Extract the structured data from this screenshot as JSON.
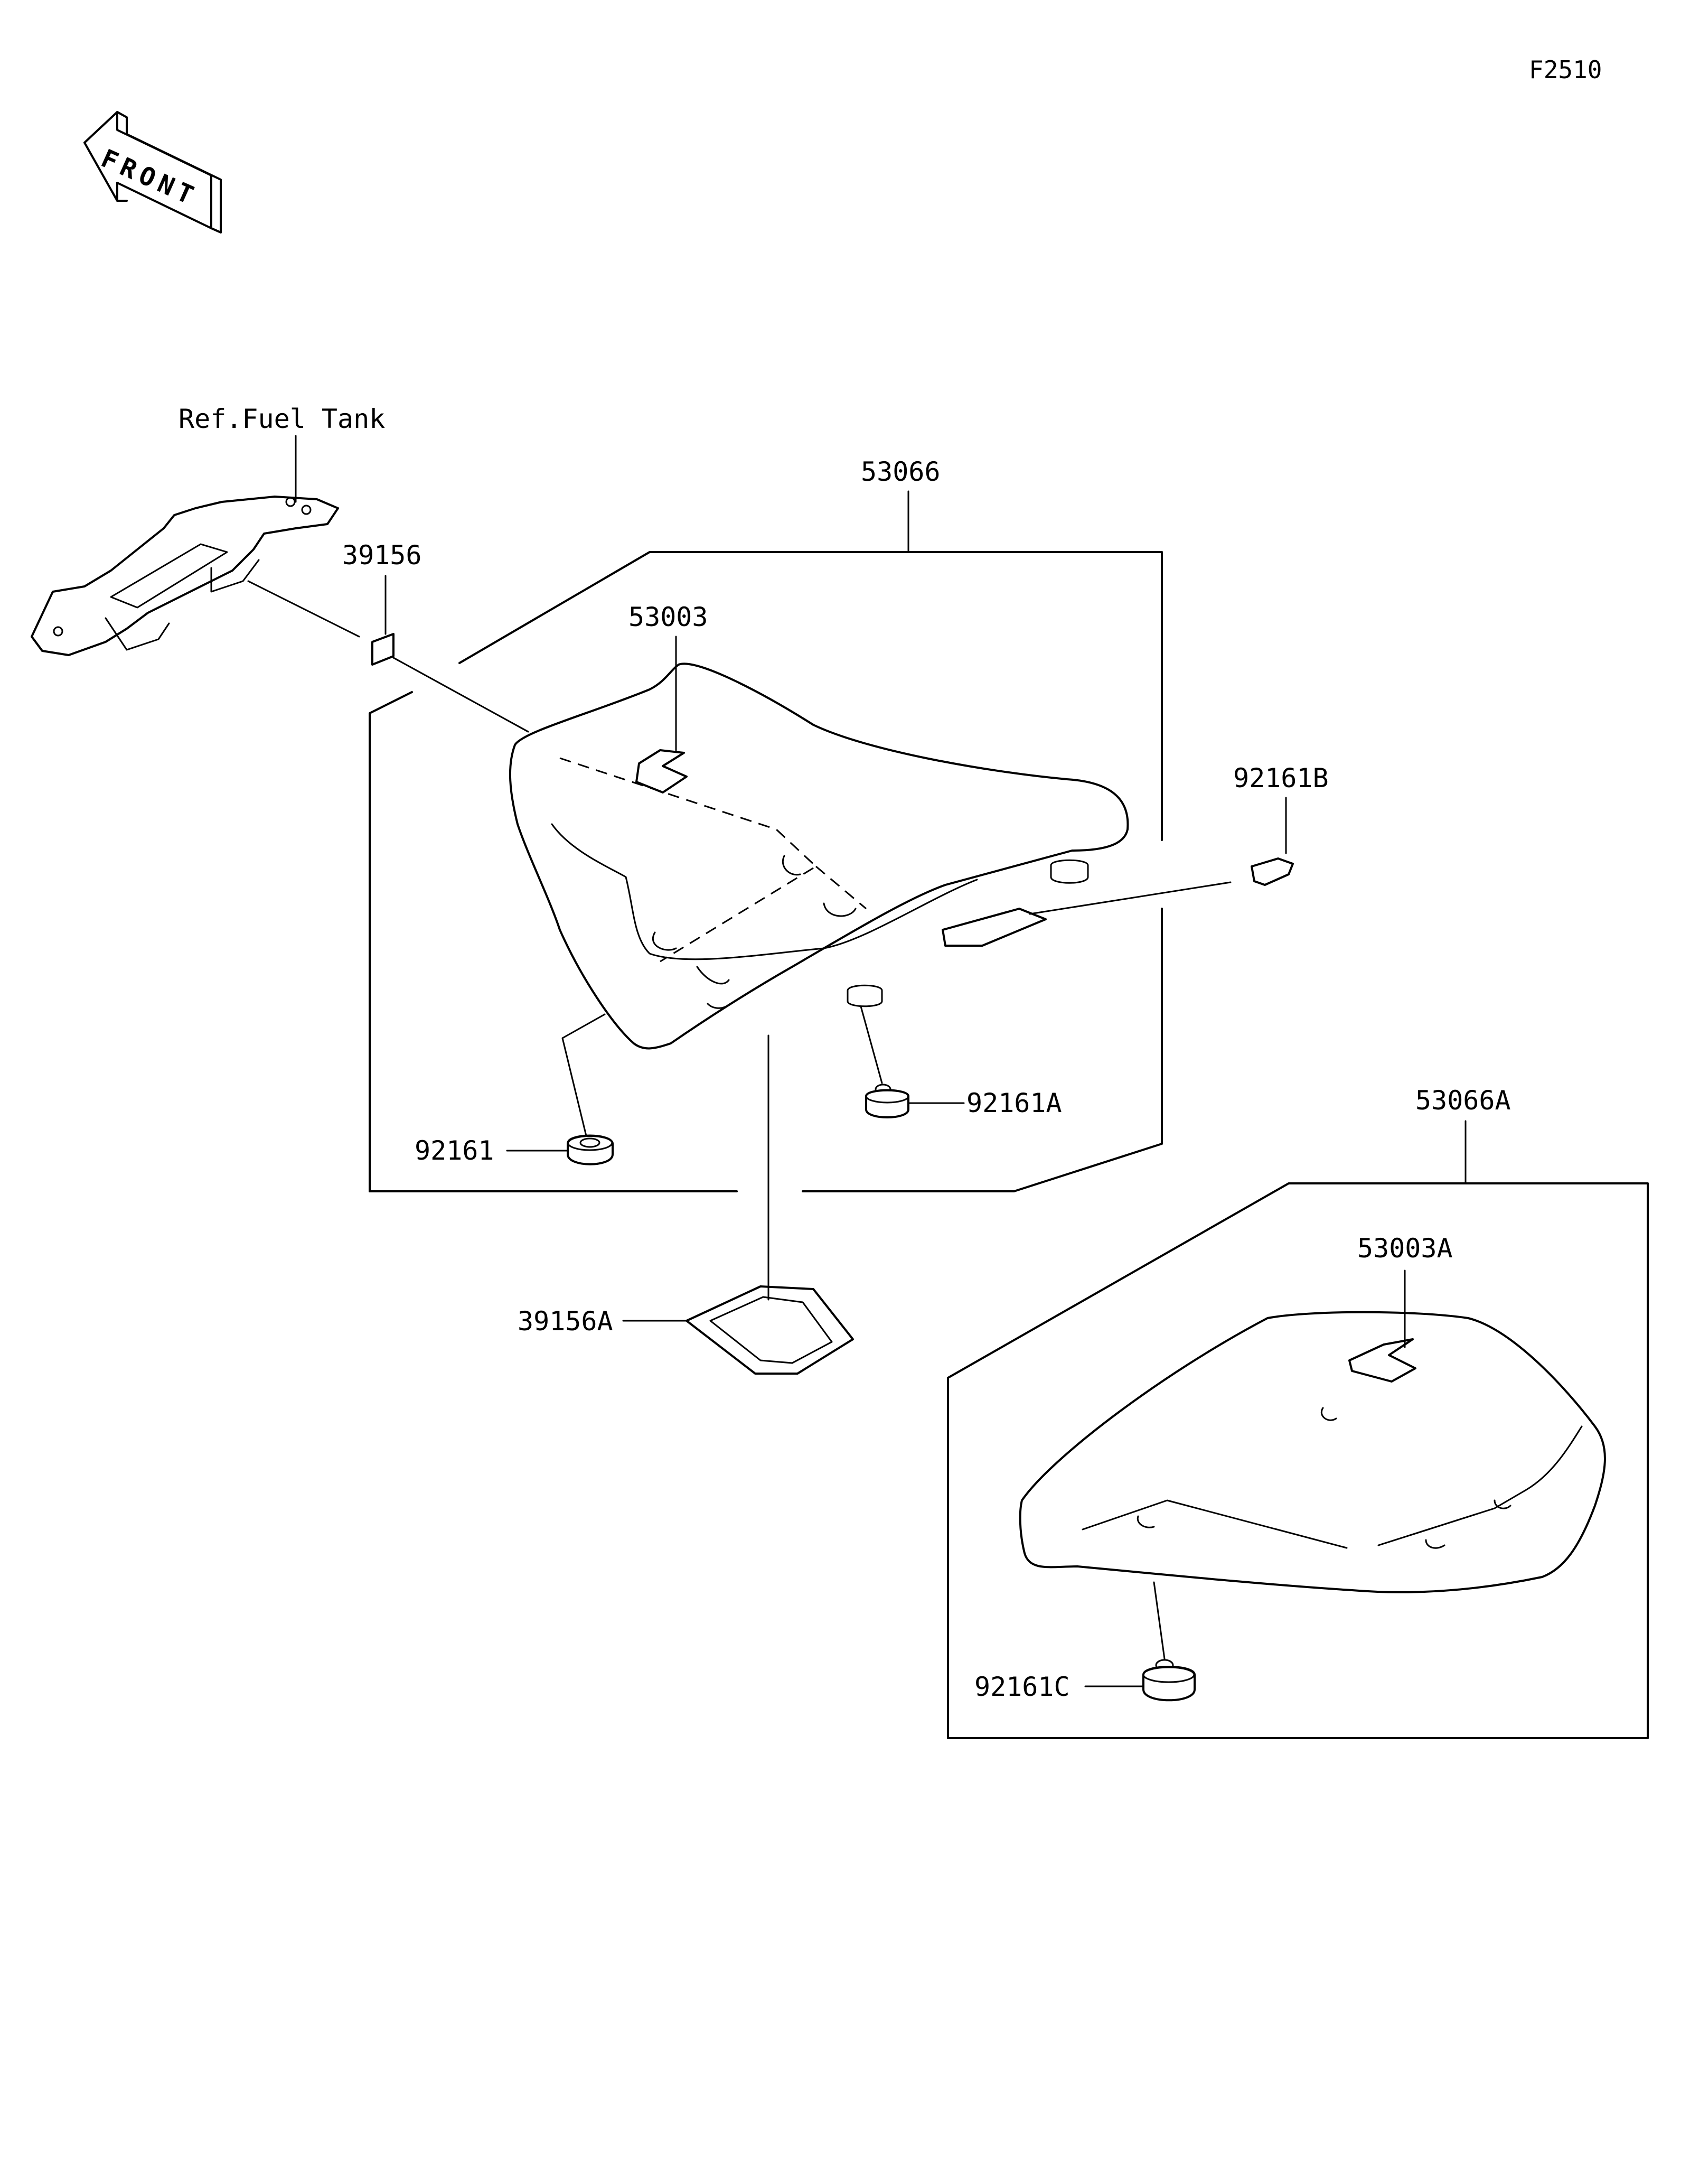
{
  "diagram_code": "F2510",
  "front_label": "FRONT",
  "reference_label": "Ref.Fuel Tank",
  "parts": {
    "seat_assembly": "53066",
    "seat_assembly_rear": "53066A",
    "seat_cover_front": "53003",
    "seat_cover_rear": "53003A",
    "pad": "39156",
    "pad_a": "39156A",
    "damper": "92161",
    "damper_a": "92161A",
    "damper_b": "92161B",
    "damper_c": "92161C"
  }
}
